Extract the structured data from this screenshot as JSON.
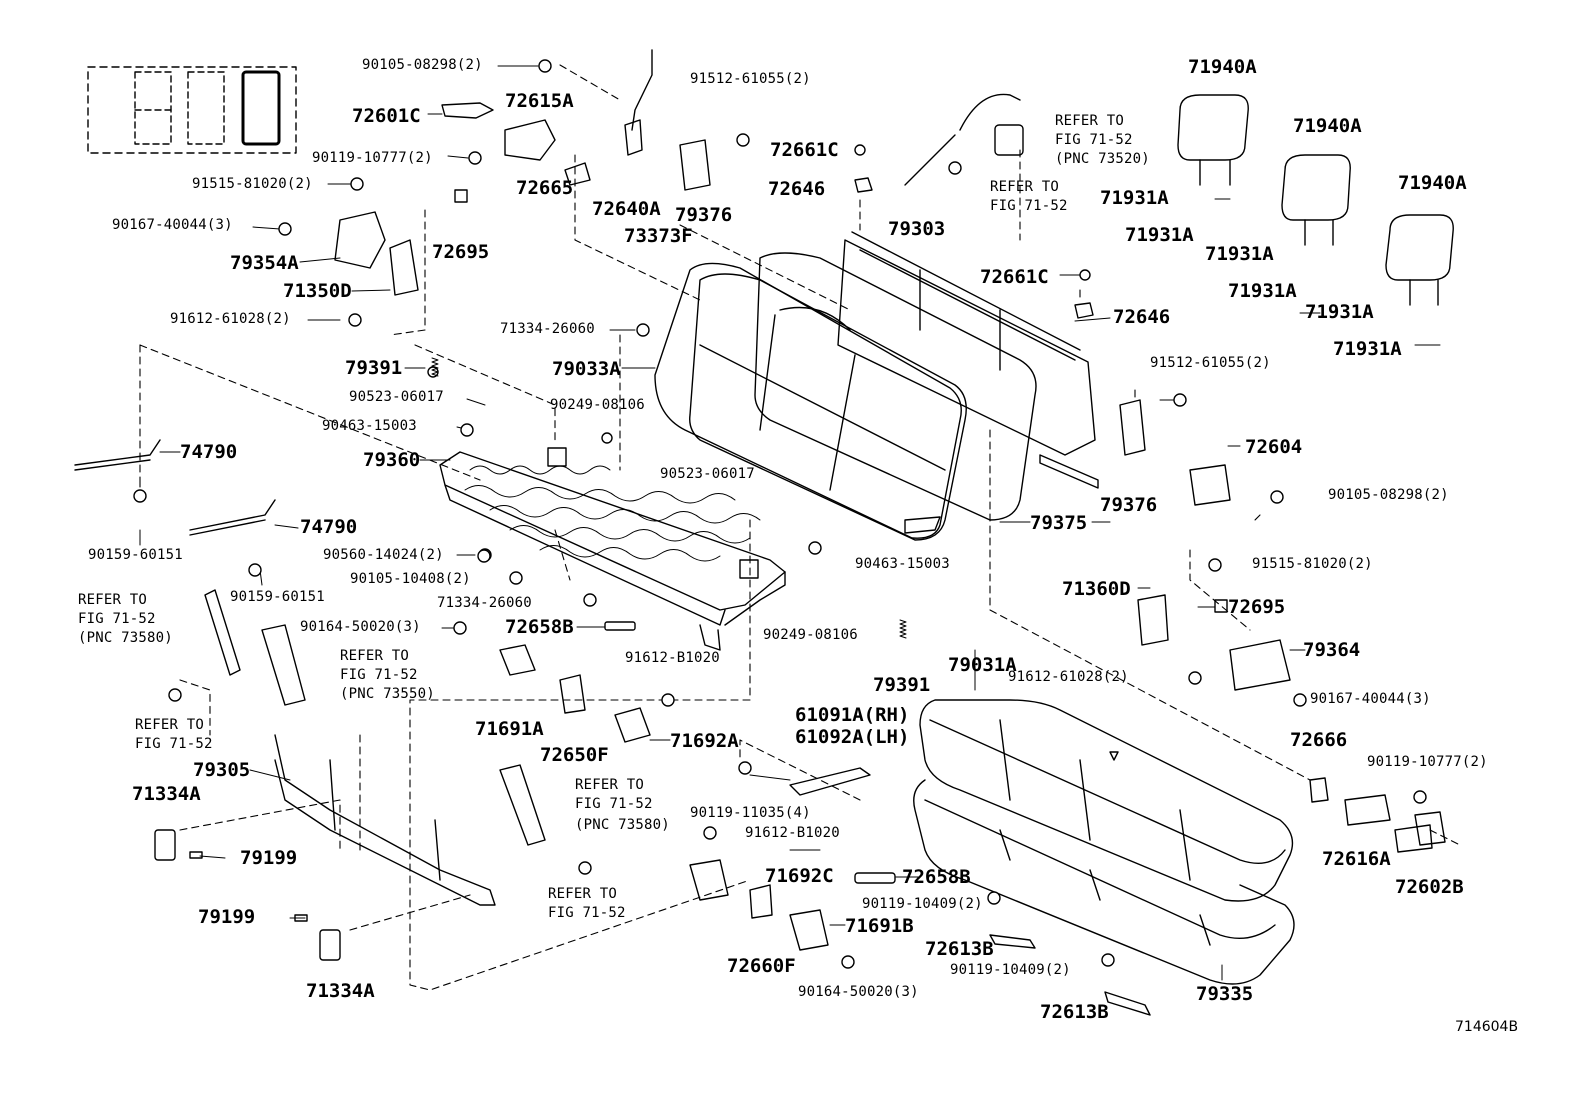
{
  "diagram": {
    "figure_code": "714604B",
    "labels": [
      {
        "id": "l1",
        "text": "90105-08298(2)",
        "size": "sm"
      },
      {
        "id": "l2",
        "text": "72601C",
        "size": "lg"
      },
      {
        "id": "l3",
        "text": "72615A",
        "size": "lg"
      },
      {
        "id": "l4",
        "text": "90119-10777(2)",
        "size": "sm"
      },
      {
        "id": "l5",
        "text": "91515-81020(2)",
        "size": "sm"
      },
      {
        "id": "l6",
        "text": "72665",
        "size": "lg"
      },
      {
        "id": "l7",
        "text": "72640A",
        "size": "lg"
      },
      {
        "id": "l8",
        "text": "91512-61055(2)",
        "size": "sm"
      },
      {
        "id": "l9",
        "text": "79376",
        "size": "lg"
      },
      {
        "id": "l10",
        "text": "72661C",
        "size": "lg"
      },
      {
        "id": "l11",
        "text": "72646",
        "size": "lg"
      },
      {
        "id": "l12",
        "text": "73373F",
        "size": "lg"
      },
      {
        "id": "l13",
        "text": "79303",
        "size": "lg"
      },
      {
        "id": "l14",
        "text": "REFER TO",
        "size": "sm"
      },
      {
        "id": "l15",
        "text": "FIG 71-52",
        "size": "sm"
      },
      {
        "id": "l16",
        "text": "(PNC 73520)",
        "size": "sm"
      },
      {
        "id": "l17",
        "text": "REFER TO",
        "size": "sm"
      },
      {
        "id": "l18",
        "text": "FIG 71-52",
        "size": "sm"
      },
      {
        "id": "l19",
        "text": "71940A",
        "size": "lg"
      },
      {
        "id": "l20",
        "text": "71940A",
        "size": "lg"
      },
      {
        "id": "l21",
        "text": "71940A",
        "size": "lg"
      },
      {
        "id": "l22",
        "text": "71931A",
        "size": "lg"
      },
      {
        "id": "l23",
        "text": "71931A",
        "size": "lg"
      },
      {
        "id": "l24",
        "text": "71931A",
        "size": "lg"
      },
      {
        "id": "l25",
        "text": "71931A",
        "size": "lg"
      },
      {
        "id": "l26",
        "text": "71931A",
        "size": "lg"
      },
      {
        "id": "l27",
        "text": "71931A",
        "size": "lg"
      },
      {
        "id": "l28",
        "text": "90167-40044(3)",
        "size": "sm"
      },
      {
        "id": "l29",
        "text": "79354A",
        "size": "lg"
      },
      {
        "id": "l30",
        "text": "72695",
        "size": "lg"
      },
      {
        "id": "l31",
        "text": "71350D",
        "size": "lg"
      },
      {
        "id": "l32",
        "text": "91612-61028(2)",
        "size": "sm"
      },
      {
        "id": "l33",
        "text": "71334-26060",
        "size": "sm"
      },
      {
        "id": "l34",
        "text": "79033A",
        "size": "lg"
      },
      {
        "id": "l35",
        "text": "72661C",
        "size": "lg"
      },
      {
        "id": "l36",
        "text": "72646",
        "size": "lg"
      },
      {
        "id": "l37",
        "text": "91512-61055(2)",
        "size": "sm"
      },
      {
        "id": "l38",
        "text": "72604",
        "size": "lg"
      },
      {
        "id": "l39",
        "text": "79391",
        "size": "lg"
      },
      {
        "id": "l40",
        "text": "90523-06017",
        "size": "sm"
      },
      {
        "id": "l41",
        "text": "90463-15003",
        "size": "sm"
      },
      {
        "id": "l42",
        "text": "90249-08106",
        "size": "sm"
      },
      {
        "id": "l43",
        "text": "79360",
        "size": "lg"
      },
      {
        "id": "l44",
        "text": "74790",
        "size": "lg"
      },
      {
        "id": "l45",
        "text": "90523-06017",
        "size": "sm"
      },
      {
        "id": "l46",
        "text": "79376",
        "size": "lg"
      },
      {
        "id": "l47",
        "text": "90105-08298(2)",
        "size": "sm"
      },
      {
        "id": "l48",
        "text": "79375",
        "size": "lg"
      },
      {
        "id": "l49",
        "text": "74790",
        "size": "lg"
      },
      {
        "id": "l50",
        "text": "90159-60151",
        "size": "sm"
      },
      {
        "id": "l51",
        "text": "90560-14024(2)",
        "size": "sm"
      },
      {
        "id": "l52",
        "text": "90463-15003",
        "size": "sm"
      },
      {
        "id": "l53",
        "text": "91515-81020(2)",
        "size": "sm"
      },
      {
        "id": "l54",
        "text": "90105-10408(2)",
        "size": "sm"
      },
      {
        "id": "l55",
        "text": "90159-60151",
        "size": "sm"
      },
      {
        "id": "l56",
        "text": "71334-26060",
        "size": "sm"
      },
      {
        "id": "l57",
        "text": "71360D",
        "size": "lg"
      },
      {
        "id": "l58",
        "text": "72695",
        "size": "lg"
      },
      {
        "id": "l59",
        "text": "REFER TO",
        "size": "sm"
      },
      {
        "id": "l60",
        "text": "FIG 71-52",
        "size": "sm"
      },
      {
        "id": "l61",
        "text": "(PNC 73580)",
        "size": "sm"
      },
      {
        "id": "l62",
        "text": "90164-50020(3)",
        "size": "sm"
      },
      {
        "id": "l63",
        "text": "72658B",
        "size": "lg"
      },
      {
        "id": "l64",
        "text": "90249-08106",
        "size": "sm"
      },
      {
        "id": "l65",
        "text": "REFER TO",
        "size": "sm"
      },
      {
        "id": "l66",
        "text": "FIG 71-52",
        "size": "sm"
      },
      {
        "id": "l67",
        "text": "(PNC 73550)",
        "size": "sm"
      },
      {
        "id": "l68",
        "text": "91612-B1020",
        "size": "sm"
      },
      {
        "id": "l69",
        "text": "79364",
        "size": "lg"
      },
      {
        "id": "l70",
        "text": "79031A",
        "size": "lg"
      },
      {
        "id": "l71",
        "text": "91612-61028(2)",
        "size": "sm"
      },
      {
        "id": "l72",
        "text": "79391",
        "size": "lg"
      },
      {
        "id": "l73",
        "text": "90167-40044(3)",
        "size": "sm"
      },
      {
        "id": "l74",
        "text": "REFER TO",
        "size": "sm"
      },
      {
        "id": "l75",
        "text": "FIG 71-52",
        "size": "sm"
      },
      {
        "id": "l76",
        "text": "71691A",
        "size": "lg"
      },
      {
        "id": "l77",
        "text": "72650F",
        "size": "lg"
      },
      {
        "id": "l78",
        "text": "71692A",
        "size": "lg"
      },
      {
        "id": "l79",
        "text": "61091A(RH)",
        "size": "lg"
      },
      {
        "id": "l80",
        "text": "61092A(LH)",
        "size": "lg"
      },
      {
        "id": "l81",
        "text": "72666",
        "size": "lg"
      },
      {
        "id": "l82",
        "text": "90119-10777(2)",
        "size": "sm"
      },
      {
        "id": "l83",
        "text": "79305",
        "size": "lg"
      },
      {
        "id": "l84",
        "text": "71334A",
        "size": "lg"
      },
      {
        "id": "l85",
        "text": "REFER TO",
        "size": "sm"
      },
      {
        "id": "l86",
        "text": "FIG 71-52",
        "size": "sm"
      },
      {
        "id": "l87",
        "text": "(PNC 73580)",
        "size": "sm"
      },
      {
        "id": "l88",
        "text": "90119-11035(4)",
        "size": "sm"
      },
      {
        "id": "l89",
        "text": "91612-B1020",
        "size": "sm"
      },
      {
        "id": "l90",
        "text": "79199",
        "size": "lg"
      },
      {
        "id": "l91",
        "text": "72616A",
        "size": "lg"
      },
      {
        "id": "l92",
        "text": "72602B",
        "size": "lg"
      },
      {
        "id": "l93",
        "text": "REFER TO",
        "size": "sm"
      },
      {
        "id": "l94",
        "text": "FIG 71-52",
        "size": "sm"
      },
      {
        "id": "l95",
        "text": "71692C",
        "size": "lg"
      },
      {
        "id": "l96",
        "text": "72658B",
        "size": "lg"
      },
      {
        "id": "l97",
        "text": "90119-10409(2)",
        "size": "sm"
      },
      {
        "id": "l98",
        "text": "79199",
        "size": "lg"
      },
      {
        "id": "l99",
        "text": "71691B",
        "size": "lg"
      },
      {
        "id": "l100",
        "text": "72613B",
        "size": "lg"
      },
      {
        "id": "l101",
        "text": "72660F",
        "size": "lg"
      },
      {
        "id": "l102",
        "text": "90119-10409(2)",
        "size": "sm"
      },
      {
        "id": "l103",
        "text": "90164-50020(3)",
        "size": "sm"
      },
      {
        "id": "l104",
        "text": "71334A",
        "size": "lg"
      },
      {
        "id": "l105",
        "text": "72613B",
        "size": "lg"
      },
      {
        "id": "l106",
        "text": "79335",
        "size": "lg"
      }
    ]
  }
}
